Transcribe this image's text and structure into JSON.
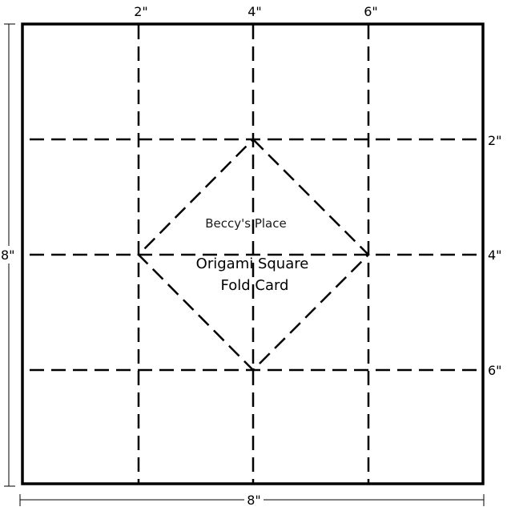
{
  "diagram": {
    "watermark": "Beccy's Place",
    "title_line1": "Origami Square",
    "title_line2": "Fold Card",
    "top_marks": [
      "2\"",
      "4\"",
      "6\""
    ],
    "right_marks": [
      "2\"",
      "4\"",
      "6\""
    ],
    "height_label": "8\"",
    "width_label": "8\"",
    "card_size_inches": 8,
    "fold_positions_inches": [
      2,
      4,
      6
    ],
    "line_style": "dashed"
  }
}
